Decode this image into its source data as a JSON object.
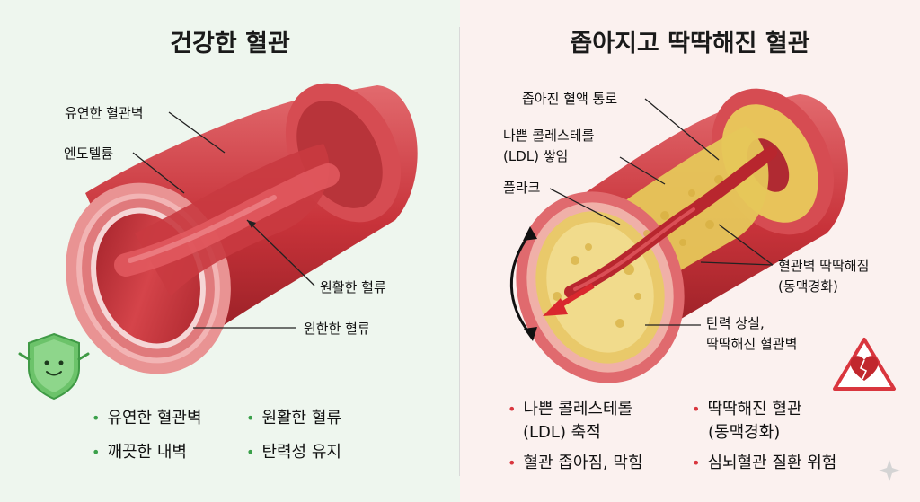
{
  "left": {
    "title": "건강한 혈관",
    "labels": {
      "wall": "유연한 혈관벽",
      "endothelium": "엔도텔륨",
      "smooth_flow": "원활한 혈류",
      "ample_flow": "원한한 혈류"
    },
    "bullets": [
      "유연한 혈관벽",
      "원활한 혈류",
      "깨끗한 내벽",
      "탄력성 유지"
    ]
  },
  "right": {
    "title": "좁아지고 딱딱해진 혈관",
    "labels": {
      "narrow_path": "좁아진 혈액 통로",
      "ldl_line1": "나쁜 콜레스테롤",
      "ldl_line2": "(LDL) 쌓임",
      "plaque": "플라크",
      "hardened_line1": "혈관벽 딱딱해짐",
      "hardened_line2": "(동맥경화)",
      "elastic_line1": "탄력 상실,",
      "elastic_line2": "딱딱해진 혈관벽"
    },
    "bullets": {
      "b1_line1": "나쁜 콜레스테롤",
      "b1_line2": "(LDL) 축적",
      "b2_line1": "딱딱해진 혈관",
      "b2_line2": "(동맥경화)",
      "b3": "혈관 좁아짐, 막힘",
      "b4": "심뇌혈관 질환 위험"
    }
  },
  "colors": {
    "left_bg": "#eef6ee",
    "right_bg": "#fbf1ef",
    "vessel_red": "#c8333a",
    "wall_pink": "#e8888a",
    "plaque_yellow": "#e6c75a",
    "shield_green": "#6cc36a",
    "warning_red": "#d9363e"
  },
  "icons": [
    "smiling-shield-icon",
    "broken-heart-warning-icon",
    "sparkle-icon"
  ]
}
